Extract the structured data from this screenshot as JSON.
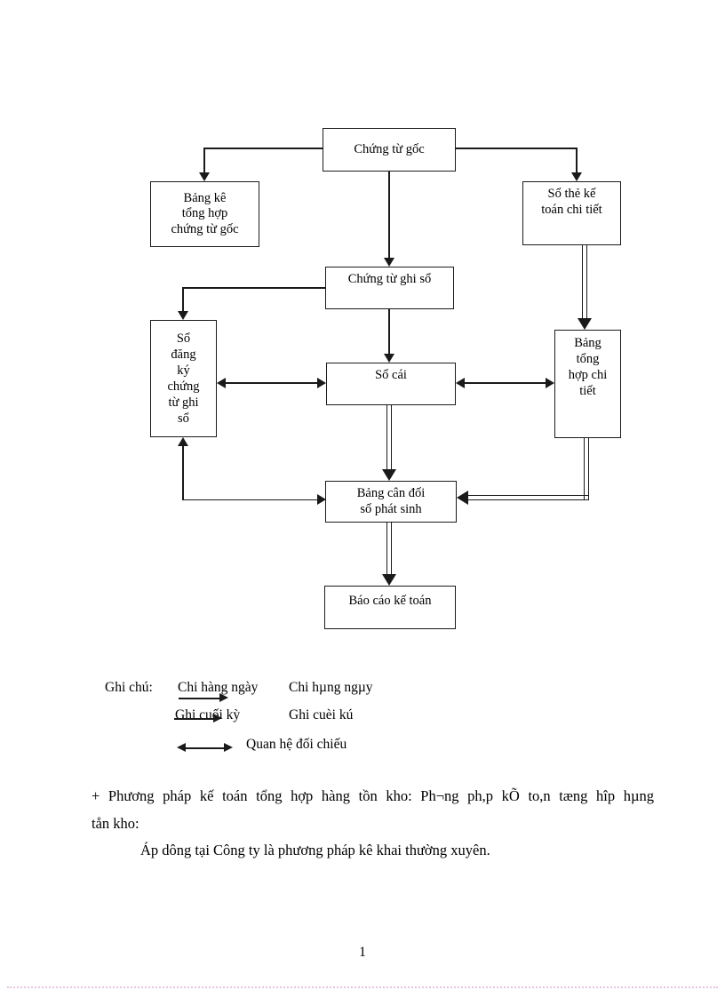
{
  "page": {
    "number": "1"
  },
  "colors": {
    "ink": "#1a1a1a",
    "footer_line": "#e6c3e0"
  },
  "diagram": {
    "boxes": {
      "chung_tu_goc": "Chứng từ gốc",
      "bang_ke": "Bảng kê\ntổng hợp\nchứng từ gốc",
      "so_the": "Sổ thẻ kế\ntoán chi tiết",
      "chung_tu_ghi_so": "Chứng từ ghi sổ",
      "so_dang_ky": "Sổ\nđăng\nký\nchứng\ntừ ghi\nsổ",
      "so_cai": "Sổ cái",
      "bang_tong_hop": "Bảng\ntổng\nhợp chi\ntiết",
      "bang_can_doi": "Bảng cân đối\nsố phát sinh",
      "bao_cao": "Báo cáo kế toán"
    }
  },
  "legend": {
    "title": "Ghi chú:",
    "daily_label": "Chi hàng ngày",
    "daily_desc": "Chi hµng ngµy",
    "period_label": "Ghi cuối kỳ",
    "period_desc": "Ghi cuèi kú",
    "check_desc": "Quan hệ đối chiếu"
  },
  "body": {
    "method_line1": "+ Phương pháp kế toán tổng hợp hàng tồn kho: Ph¬ng  ph,p  kÕ  to,n  tæng  hîp  hµng",
    "method_line2": "tån kho:",
    "apply_line": "Áp dông tại Công ty là phương pháp kê khai thường xuyên."
  }
}
